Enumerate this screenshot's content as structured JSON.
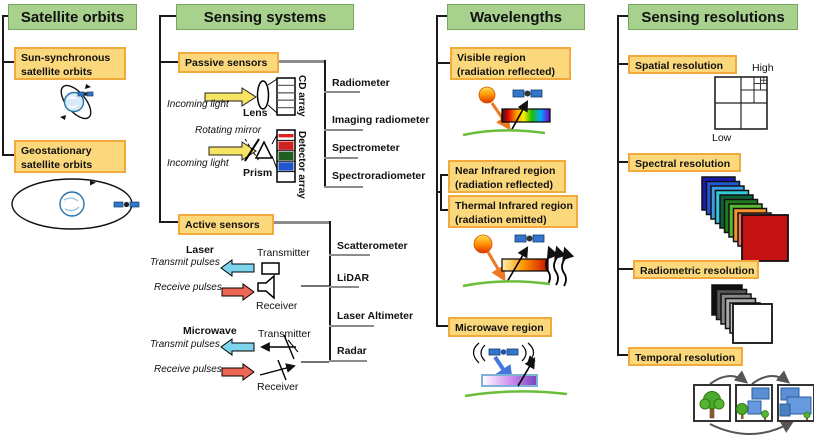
{
  "palette": {
    "header_bg": "#a9d18e",
    "header_border": "#74a85c",
    "box_bg": "#fbd87c",
    "box_border": "#f2aa3d",
    "connector_black": "#1a1a1a",
    "connector_gray": "#8c8c8c",
    "satellite_blue": "#3377cc",
    "ground_green": "#6abf3a",
    "transmit_arrow": "#7dd4ec",
    "receive_arrow": "#ee6655",
    "incoming_arrow": "#f7e463"
  },
  "satellite_orbits": {
    "title": "Satellite orbits",
    "sun_synchronous": {
      "line1": "Sun-synchronous",
      "line2": "satellite orbits"
    },
    "geostationary": {
      "line1": "Geostationary",
      "line2": "satellite orbits"
    }
  },
  "sensing_systems": {
    "title": "Sensing systems",
    "passive": {
      "label": "Passive sensors",
      "incoming_light_top": "Incoming light",
      "lens": "Lens",
      "ccd_array": "CD array",
      "rotating_mirror": "Rotating mirror",
      "incoming_light_bottom": "Incoming light",
      "prism": "Prism",
      "detector_array": "Detector array",
      "outputs": [
        "Radiometer",
        "Imaging radiometer",
        "Spectrometer",
        "Spectroradiometer"
      ]
    },
    "active": {
      "label": "Active sensors",
      "laser_title": "Laser",
      "laser_transmit": "Transmit pulses",
      "laser_receive": "Receive pulses",
      "laser_transmitter": "Transmitter",
      "laser_receiver": "Receiver",
      "microwave_title": "Microwave",
      "microwave_transmit": "Transmit pulses",
      "microwave_receive": "Receive pulses",
      "microwave_transmitter": "Transmitter",
      "microwave_receiver": "Receiver",
      "outputs": [
        "Scatterometer",
        "LiDAR",
        "Laser Altimeter",
        "Radar"
      ]
    }
  },
  "wavelengths": {
    "title": "Wavelengths",
    "visible": {
      "line1": "Visible region",
      "line2": "(radiation reflected)"
    },
    "near_infrared": {
      "line1": "Near Infrared region",
      "line2": "(radiation reflected)"
    },
    "thermal_infrared": {
      "line1": "Thermal Infrared region",
      "line2": "(radiation emitted)"
    },
    "microwave": {
      "line1": "Microwave region"
    }
  },
  "sensing_resolutions": {
    "title": "Sensing resolutions",
    "spatial": {
      "label": "Spatial resolution",
      "high": "High",
      "low": "Low"
    },
    "spectral": {
      "label": "Spectral resolution",
      "band_colors": [
        "#1a1ab0",
        "#2457d6",
        "#3b9de8",
        "#35c8d8",
        "#0f5f38",
        "#1d7a1d",
        "#58b832",
        "#f5952d",
        "#f07070",
        "#c41111"
      ]
    },
    "radiometric": {
      "label": "Radiometric resolution",
      "gray_levels": [
        "#111111",
        "#555555",
        "#888888",
        "#aaaaaa",
        "#cccccc",
        "#ffffff"
      ]
    },
    "temporal": {
      "label": "Temporal resolution"
    }
  }
}
